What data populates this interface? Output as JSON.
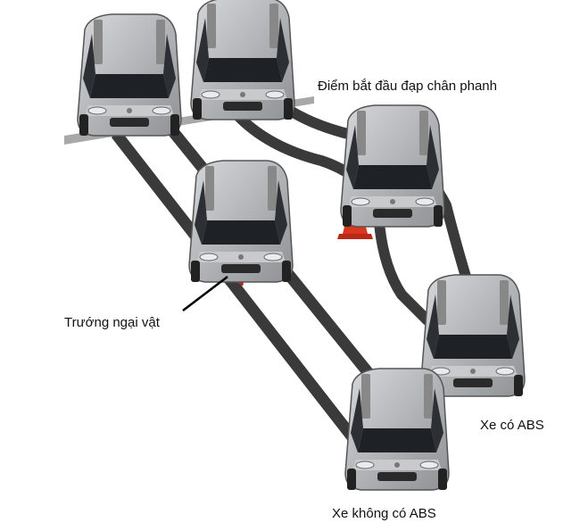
{
  "labels": {
    "brake_start": "Điểm bắt đầu đạp chân phanh",
    "obstacle": "Trướng ngại vật",
    "with_abs": "Xe có ABS",
    "without_abs": "Xe không có ABS"
  },
  "colors": {
    "track": "#3a3a3a",
    "brake_line": "#a8a8a8",
    "car_body": "#b9bcbf",
    "cone": "#d9351f"
  }
}
